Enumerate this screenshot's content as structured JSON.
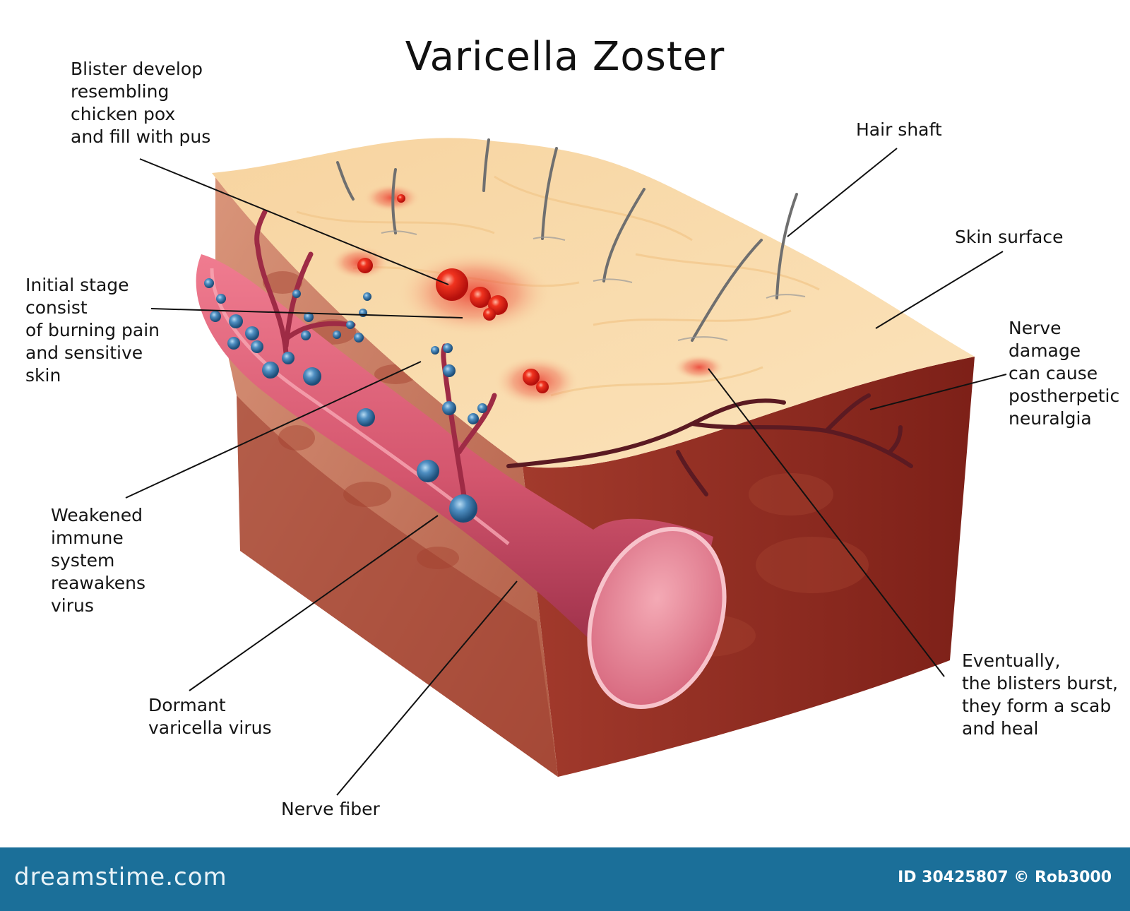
{
  "title": "Varicella Zoster",
  "labels": {
    "blister": "Blister develop\nresembling\nchicken pox\nand fill with pus",
    "hair_shaft": "Hair shaft",
    "skin_surface": "Skin surface",
    "initial_stage": "Initial stage\nconsist\nof burning pain\nand sensitive\nskin",
    "nerve_damage": "Nerve\ndamage\ncan cause\npostherpetic\nneuralgia",
    "weakened_immune": "Weakened\nimmune\nsystem\nreawakens\nvirus",
    "eventually": "Eventually,\nthe blisters burst,\nthey form a scab\nand heal",
    "dormant_virus": "Dormant\nvaricella virus",
    "nerve_fiber": "Nerve fiber"
  },
  "footer": {
    "brand": "dreamstime.com",
    "credit": "ID 30425807 © Rob3000"
  },
  "colors": {
    "skin_top": "#f9d8a6",
    "skin_side": "#c97a5e",
    "skin_front": "#8b2a22",
    "nerve": "#cc5a72",
    "virus": "#3d78a8",
    "blister": "#e8231c",
    "footer_bg": "#1b6f99"
  }
}
